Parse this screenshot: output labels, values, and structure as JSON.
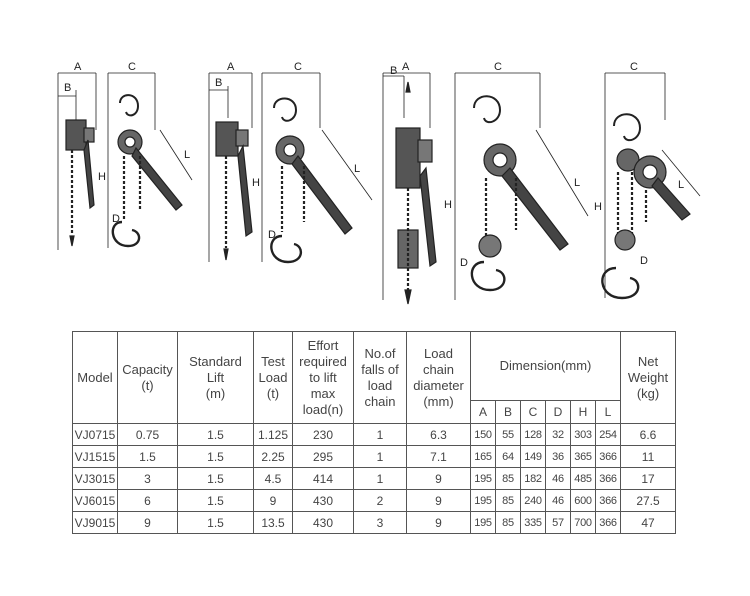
{
  "drawings": {
    "labels": {
      "a": "A",
      "b": "B",
      "c": "C",
      "d": "D",
      "h": "H",
      "l": "L"
    }
  },
  "table": {
    "headers": {
      "model": "Model",
      "capacity": "Capacity\n(t)",
      "standard_lift": "Standard\nLift\n(m)",
      "test_load": "Test\nLoad\n(t)",
      "effort": "Effort\nrequired\nto lift\nmax\nload(n)",
      "falls": "No.of\nfalls of\nload\nchain",
      "chain_diameter": "Load\nchain\ndiameter\n(mm)",
      "dimension": "Dimension(mm)",
      "net_weight": "Net\nWeight\n(kg)"
    },
    "dim_columns": [
      "A",
      "B",
      "C",
      "D",
      "H",
      "L"
    ],
    "rows": [
      {
        "model": "VJ0715",
        "capacity": "0.75",
        "lift": "1.5",
        "test_load": "1.125",
        "effort": "230",
        "falls": "1",
        "chain_dia": "6.3",
        "a": "150",
        "b": "55",
        "c": "128",
        "d": "32",
        "h": "303",
        "l": "254",
        "weight": "6.6"
      },
      {
        "model": "VJ1515",
        "capacity": "1.5",
        "lift": "1.5",
        "test_load": "2.25",
        "effort": "295",
        "falls": "1",
        "chain_dia": "7.1",
        "a": "165",
        "b": "64",
        "c": "149",
        "d": "36",
        "h": "365",
        "l": "366",
        "weight": "11"
      },
      {
        "model": "VJ3015",
        "capacity": "3",
        "lift": "1.5",
        "test_load": "4.5",
        "effort": "414",
        "falls": "1",
        "chain_dia": "9",
        "a": "195",
        "b": "85",
        "c": "182",
        "d": "46",
        "h": "485",
        "l": "366",
        "weight": "17"
      },
      {
        "model": "VJ6015",
        "capacity": "6",
        "lift": "1.5",
        "test_load": "9",
        "effort": "430",
        "falls": "2",
        "chain_dia": "9",
        "a": "195",
        "b": "85",
        "c": "240",
        "d": "46",
        "h": "600",
        "l": "366",
        "weight": "27.5"
      },
      {
        "model": "VJ9015",
        "capacity": "9",
        "lift": "1.5",
        "test_load": "13.5",
        "effort": "430",
        "falls": "3",
        "chain_dia": "9",
        "a": "195",
        "b": "85",
        "c": "335",
        "d": "57",
        "h": "700",
        "l": "366",
        "weight": "47"
      }
    ]
  }
}
